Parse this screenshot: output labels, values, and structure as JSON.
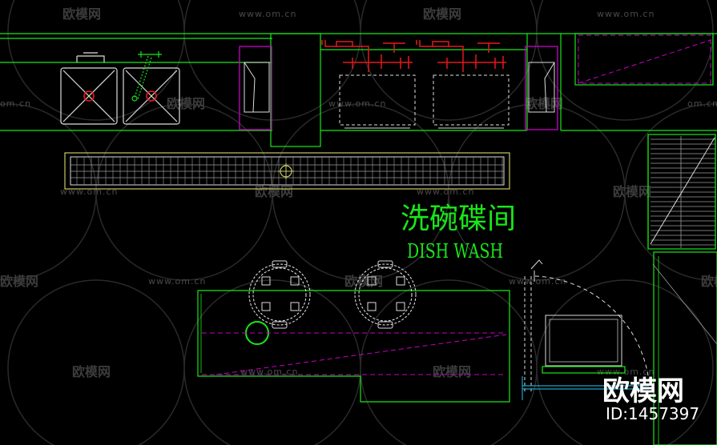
{
  "room": {
    "name_cn": "洗碗碟间",
    "name_en": "DISH WASH"
  },
  "watermark": {
    "logo": "欧模网",
    "url": "www.om.cn",
    "url_partial": "om.cn",
    "logo_partial": "欧模网"
  },
  "corner_badge": {
    "logo": "欧模网",
    "id": "ID:1457397"
  },
  "colors": {
    "wall": "#19e619",
    "fixture": "#dcdcdc",
    "pipe": "#e61919",
    "magenta": "#c800c8",
    "yellow": "#c8c864",
    "watermark": "#404040"
  }
}
